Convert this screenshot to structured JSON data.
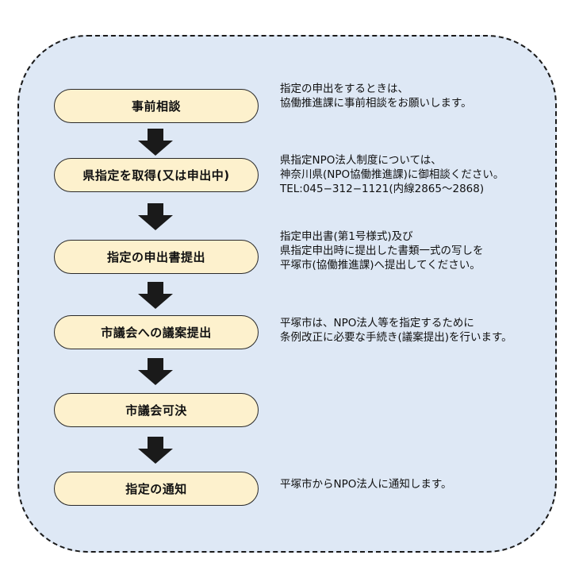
{
  "steps": [
    {
      "label": "事前相談",
      "note": [
        "指定の申出をするときは、",
        "協働推進課に事前相談をお願いします。"
      ]
    },
    {
      "label": "県指定を取得(又は申出中)",
      "note": [
        "県指定NPO法人制度については、",
        "神奈川県(NPO協働推進課)に御相談ください。",
        "TEL:045−312−1121(内線2865〜2868)"
      ]
    },
    {
      "label": "指定の申出書提出",
      "note": [
        "指定申出書(第1号様式)及び",
        "県指定申出時に提出した書類一式の写しを",
        "平塚市(協働推進課)へ提出してください。"
      ]
    },
    {
      "label": "市議会への議案提出",
      "note": [
        "平塚市は、NPO法人等を指定するために",
        "条例改正に必要な手続き(議案提出)を行います。"
      ]
    },
    {
      "label": "市議会可決",
      "note": []
    },
    {
      "label": "指定の通知",
      "note": [
        "平塚市からNPO法人に通知します。"
      ]
    }
  ],
  "colors": {
    "panel_fill": "#dee8f5",
    "panel_border": "#1a1a1a",
    "step_fill": "#fdf1cd",
    "step_border": "#2a2a2a",
    "arrow": "#1a1a1a"
  },
  "icons": {
    "arrow": "down-arrow-icon"
  }
}
